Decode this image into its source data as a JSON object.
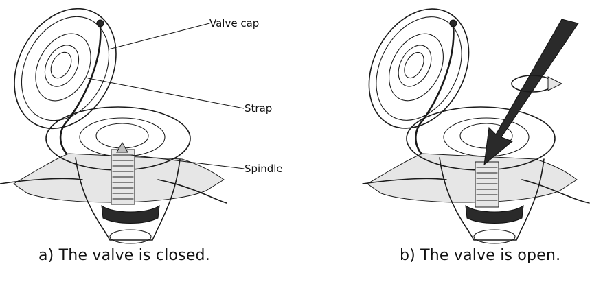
{
  "labels": {
    "valve_cap": "Valve cap",
    "strap": "Strap",
    "spindle": "Spindle"
  },
  "captions": {
    "a": "a)  The valve is closed.",
    "b": "b)  The valve is open."
  }
}
